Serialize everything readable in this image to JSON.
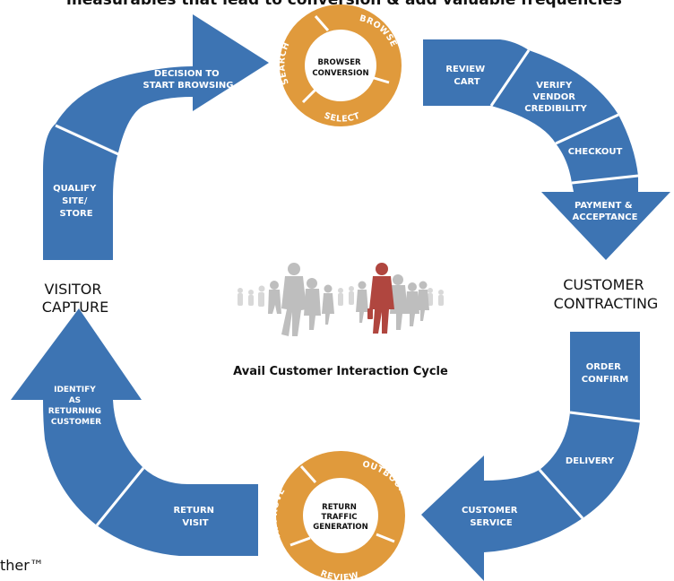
{
  "heading": "measurables that lead to conversion & add valuable frequencies",
  "center_title": "Avail Customer Interaction Cycle",
  "footer_text": "ther™",
  "colors": {
    "blue": "#3d74b3",
    "orange": "#e09a3c",
    "crowd_accent": "#a8322b",
    "crowd_gray": "#b8b8b8"
  },
  "phases": {
    "visitor_capture": [
      "VISITOR",
      "CAPTURE"
    ],
    "customer_contracting": [
      "CUSTOMER",
      "CONTRACTING"
    ]
  },
  "segments": {
    "decision": [
      "DECISION TO",
      "START BROWSING"
    ],
    "qualify": [
      "QUALIFY",
      "SITE/",
      "STORE"
    ],
    "review_cart": [
      "REVIEW",
      "CART"
    ],
    "verify": [
      "VERIFY",
      "VENDOR",
      "CREDIBILITY"
    ],
    "checkout": [
      "CHECKOUT"
    ],
    "payment": [
      "PAYMENT &",
      "ACCEPTANCE"
    ],
    "order_confirm": [
      "ORDER",
      "CONFIRM"
    ],
    "delivery": [
      "DELIVERY"
    ],
    "customer_service": [
      "CUSTOMER",
      "SERVICE"
    ],
    "return_visit": [
      "RETURN",
      "VISIT"
    ],
    "identify": [
      "IDENTIFY",
      "AS",
      "RETURNING",
      "CUSTOMER"
    ]
  },
  "hubs": {
    "top": {
      "center": [
        "BROWSER",
        "CONVERSION"
      ],
      "ring": [
        "SEARCH",
        "BROWSE",
        "SELECT"
      ]
    },
    "bottom": {
      "center": [
        "RETURN",
        "TRAFFIC",
        "GENERATION"
      ],
      "ring": [
        "APPROVE",
        "OUTBOUND",
        "REVIEW"
      ]
    }
  }
}
